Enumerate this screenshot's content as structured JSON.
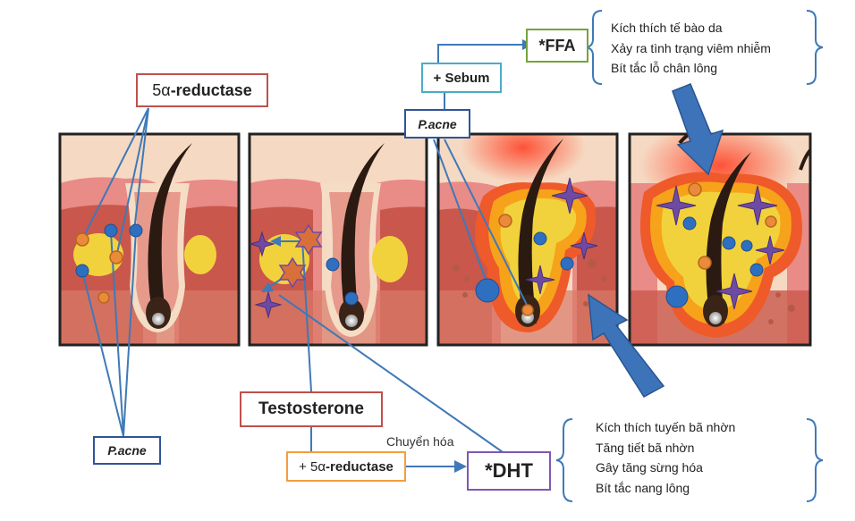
{
  "labels": {
    "reductase_top": {
      "prefix": "5α",
      "suffix": " -reductase"
    },
    "pacne_top": "P.acne",
    "pacne_bottom": "P.acne",
    "sebum": "+ Sebum",
    "ffa": "*FFA",
    "testosterone": "Testosterone",
    "reductase_bottom": {
      "prefix": "+ 5α",
      "suffix": "-reductase"
    },
    "dht": "*DHT",
    "conversion": "Chuyển hóa"
  },
  "ffa_effects": [
    "Kích thích tế bào da",
    "Xảy ra tình trạng viêm nhiễm",
    "Bít tắc lỗ chân lông"
  ],
  "dht_effects": [
    "Kích thích tuyến bã nhờn",
    "Tăng tiết bã nhờn",
    "Gây tăng sừng hóa",
    "Bít tắc nang lông"
  ],
  "colors": {
    "line_blue": "#3f79b8",
    "arrow_blue": "#3d73b9",
    "skin_pink": "#f4c8b0",
    "tissue_red": "#c84f45",
    "sebum_yellow": "#f2d23c",
    "inflammation": "#ef5a2a",
    "star_purple": "#6f4aa3",
    "bacteria_blue": "#2e6fbf",
    "enzyme_orange": "#e98b3a"
  }
}
